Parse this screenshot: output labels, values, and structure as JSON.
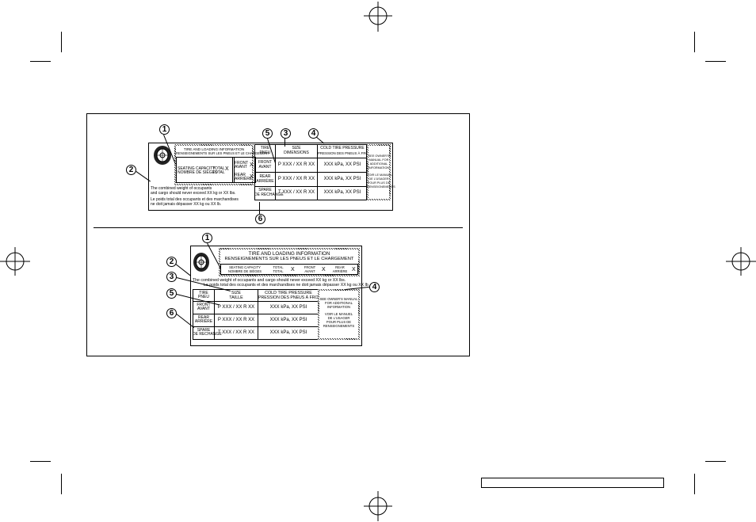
{
  "figure": {
    "callouts": [
      "1",
      "2",
      "3",
      "4",
      "5",
      "6"
    ],
    "label_top": {
      "header_en": "TIRE AND LOADING INFORMATION",
      "header_fr": "RENSEIGNEMENTS SUR LES PNEUS ET LE CHARGEMENT",
      "seating_en": "SEATING CAPACITY",
      "seating_fr": "NOMBRE DE SIÈGES",
      "total_en": "TOTAL",
      "total_fr": "TOTAL",
      "x": "X",
      "front_en": "FRONT",
      "front_fr": "AVANT",
      "rear_en": "REAR",
      "rear_fr": "ARRIÈRE",
      "weight_en_1": "The combined weight of occupants",
      "weight_en_2": "and cargo should never exceed XX kg or XX lbs.",
      "weight_fr_1": "Le poids total des occupants et des marchandises",
      "weight_fr_2": "ne doit jamais dépasser XX kg ou XX lb.",
      "tire_en": "TIRE",
      "tire_fr": "PNEU",
      "size_en": "SIZE",
      "size_fr": "DIMENSIONS",
      "cold_en": "COLD TIRE PRESSURE",
      "cold_fr": "PRESSION DES PNEUS À FROID",
      "spare_en": "SPARE",
      "spare_fr": "DE RECHANGE",
      "size_front": "P XXX / XX R XX",
      "size_rear": "P XXX / XX R XX",
      "size_spare": "T XXX / XX R XX",
      "pressure_front": "XXX kPa, XX PSI",
      "pressure_rear": "XXX kPa, XX PSI",
      "pressure_spare": "XXX kPa, XX PSI",
      "see_en": [
        "SEE OWNER'S",
        "MANUAL FOR",
        "ADDITIONAL",
        "INFORMATION"
      ],
      "see_fr": [
        "VOIR LE MANUEL",
        "DE L'USAGER",
        "POUR PLUS DE",
        "RENSEIGNEMENTS"
      ]
    },
    "label_bottom": {
      "header_en": "TIRE AND LOADING INFORMATION",
      "header_fr": "RENSEIGNEMENTS SUR LES PNEUS ET LE CHARGEMENT",
      "seating_en": "SEATING CAPACITY",
      "seating_fr": "NOMBRE DE SIÈGES",
      "total_en": "TOTAL",
      "total_fr": "TOTAL",
      "x": "X",
      "front_en": "FRONT",
      "front_fr": "AVANT",
      "rear_en": "REAR",
      "rear_fr": "ARRIÈRE",
      "weight_en": "The combined weight of occupants and cargo should never exceed XX kg or XX lbs.",
      "weight_fr": "Le poids total des occupants et des marchandises ne doit jamais dépasser XX kg ou XX lb.",
      "tire_en": "TIRE",
      "tire_fr": "PNEU",
      "size_en": "SIZE",
      "size_fr": "TAILLE",
      "cold_en": "COLD TIRE PRESSURE",
      "cold_fr": "PRESSION DES PNEUS À FROID",
      "spare_en": "SPARE",
      "spare_fr": "DE RECHANGE",
      "size_front": "P XXX / XX R XX",
      "size_rear": "P XXX / XX R XX",
      "size_spare": "T XXX / XX R XX",
      "pressure_front": "XXX kPa, XX PSI",
      "pressure_rear": "XXX kPa, XX PSI",
      "pressure_spare": "XXX kPa, XX PSI",
      "see_en": [
        "SEE OWNER'S MANUAL",
        "FOR ADDITIONAL",
        "INFORMATION"
      ],
      "see_fr": [
        "VOIR LE MANUEL",
        "DE L'USAGER",
        "POUR PLUS DE",
        "RENSEIGNEMENTS"
      ]
    }
  }
}
